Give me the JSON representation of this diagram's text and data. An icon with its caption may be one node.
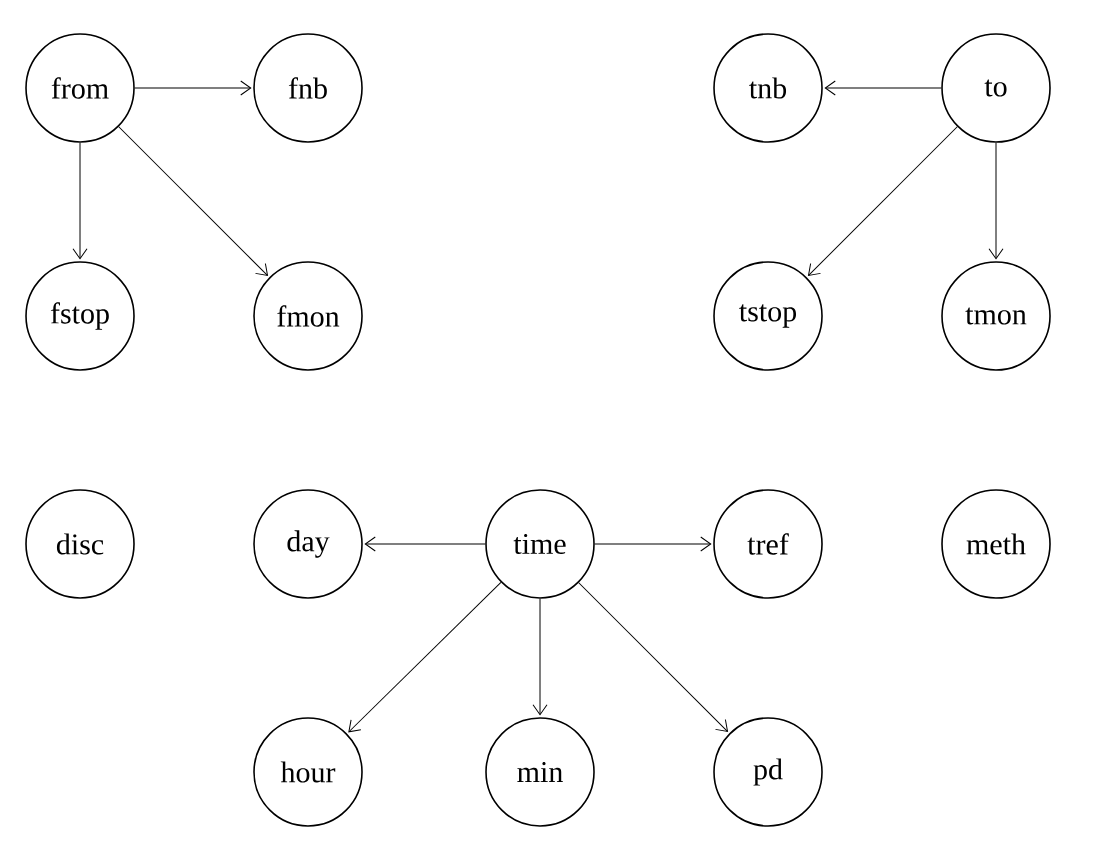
{
  "diagram": {
    "nodes": [
      {
        "text": [
          "from"
        ]
      },
      {
        "text": [
          "fnb"
        ]
      },
      {
        "text": [
          "fstop"
        ]
      },
      {
        "text": [
          "fmon"
        ]
      },
      {
        "text": [
          "tnb"
        ]
      },
      {
        "text": [
          "to"
        ]
      },
      {
        "text": [
          "tstop"
        ]
      },
      {
        "text": [
          "tmon"
        ]
      },
      {
        "text": [
          "disc"
        ]
      },
      {
        "text": [
          "day"
        ]
      },
      {
        "text": [
          "time"
        ]
      },
      {
        "text": [
          "tref"
        ]
      },
      {
        "text": [
          "meth"
        ]
      },
      {
        "text": [
          "hour"
        ]
      },
      {
        "text": [
          "min"
        ]
      },
      {
        "text": [
          "pd"
        ]
      }
    ],
    "edges": [
      {
        "from": 0,
        "to": 1,
        "arrow": "to"
      },
      {
        "from": 0,
        "to": 2,
        "arrow": "to"
      },
      {
        "from": 0,
        "to": 3,
        "arrow": "to"
      },
      {
        "from": 5,
        "to": 4,
        "arrow": "to"
      },
      {
        "from": 5,
        "to": 6,
        "arrow": "to"
      },
      {
        "from": 5,
        "to": 7,
        "arrow": "to"
      },
      {
        "from": 10,
        "to": 9,
        "arrow": "to"
      },
      {
        "from": 10,
        "to": 11,
        "arrow": "to"
      },
      {
        "from": 10,
        "to": 13,
        "arrow": "to"
      },
      {
        "from": 10,
        "to": 14,
        "arrow": "to"
      },
      {
        "from": 10,
        "to": 15,
        "arrow": "to"
      }
    ]
  }
}
